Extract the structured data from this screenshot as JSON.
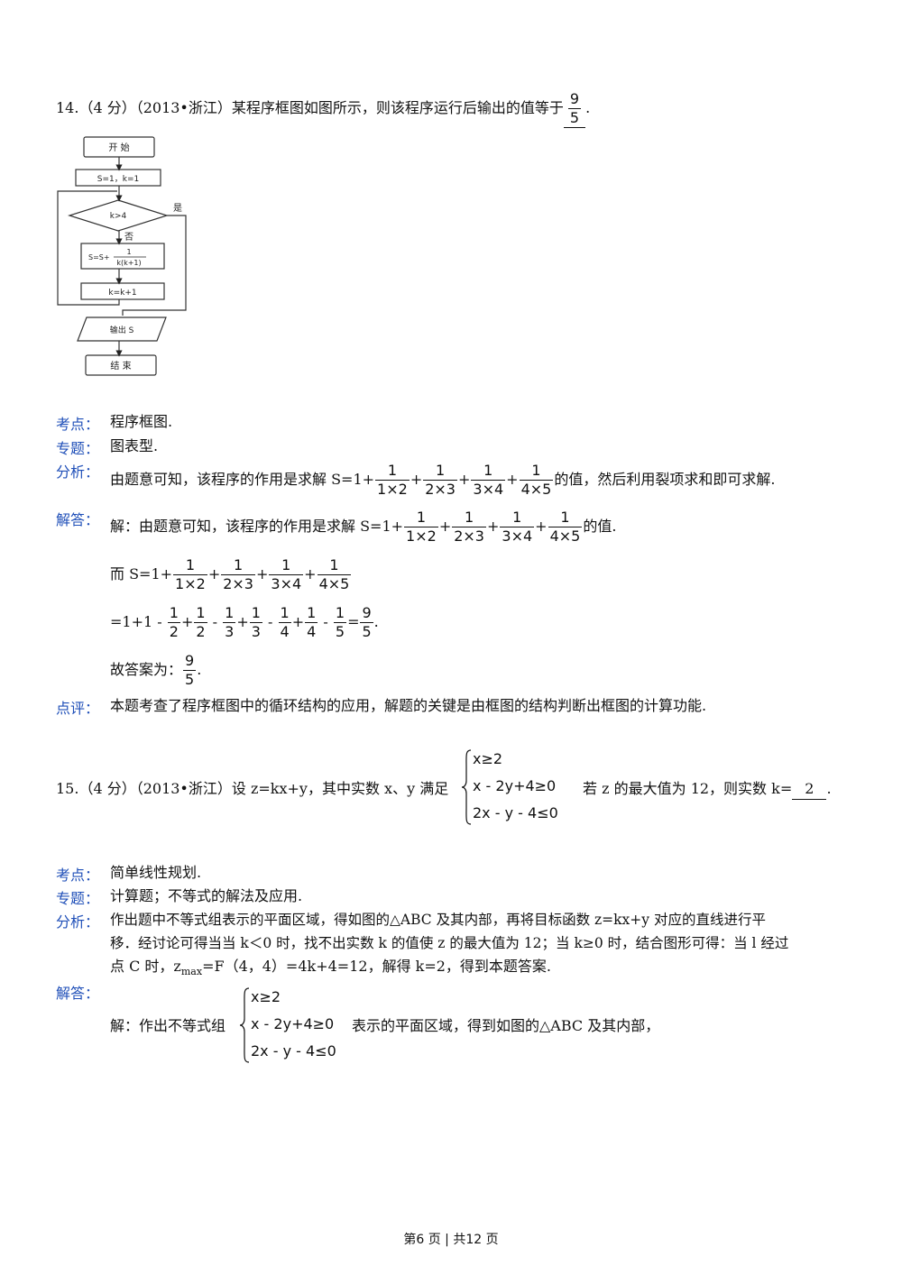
{
  "q14": {
    "header": "14.（4 分）（2013•浙江）某程序框图如图所示，则该程序运行后输出的值等于",
    "answer": {
      "num": "9",
      "den": "5"
    },
    "end": ".",
    "flowchart": {
      "start": "开 始",
      "init": "S=1，k=1",
      "cond": "k>4",
      "yes": "是",
      "no": "否",
      "assign_prefix": "S=S+",
      "assign_num": "1",
      "assign_den": "k(k+1)",
      "incr": "k=k+1",
      "output": "输出 S",
      "end": "结 束"
    },
    "kaodian_label": "考点：",
    "kaodian": "程序框图.",
    "zhuanti_label": "专题：",
    "zhuanti": "图表型.",
    "fenxi_label": "分析：",
    "fenxi_pre": "由题意可知，该程序的作用是求解 S=1+",
    "fenxi_post": "的值，然后利用裂项求和即可求解.",
    "jieda_label": "解答：",
    "jieda_pre": "解：由题意可知，该程序的作用是求解 S=1+",
    "jieda_post": "的值.",
    "er_pre": "而 S=1+",
    "line3_pre": "=1+1 -",
    "gu": "故答案为：",
    "dianping_label": "点评：",
    "dianping": "本题考查了程序框图中的循环结构的应用，解题的关键是由框图的结构判断出框图的计算功能.",
    "fracs": {
      "f1": {
        "num": "1",
        "den": "1×2"
      },
      "f2": {
        "num": "1",
        "den": "2×3"
      },
      "f3": {
        "num": "1",
        "den": "3×4"
      },
      "f4": {
        "num": "1",
        "den": "4×5"
      }
    },
    "plus": "+",
    "minus": "-",
    "equals": "=",
    "period": "."
  },
  "q15": {
    "header_pre": "15.（4 分）（2013•浙江）设 z=kx+y，其中实数 x、y 满足",
    "sys": [
      "x≥2",
      "x - 2y+4≥0",
      "2x - y - 4≤0"
    ],
    "header_post": "若 z 的最大值为 12，则实数 k=",
    "answer": "2",
    "end": ".",
    "kaodian_label": "考点：",
    "kaodian": "简单线性规划.",
    "zhuanti_label": "专题：",
    "zhuanti": "计算题；不等式的解法及应用.",
    "fenxi_label": "分析：",
    "fenxi1": "作出题中不等式组表示的平面区域，得如图的△ABC 及其内部，再将目标函数 z=kx+y 对应的直线进行平",
    "fenxi2": "移．经讨论可得当当 k＜0 时，找不出实数 k 的值使 z 的最大值为 12；当 k≥0 时，结合图形可得：当 l 经过",
    "fenxi3_pre": "点 C 时，z",
    "fenxi3_sub": "max",
    "fenxi3_post": "=F（4，4）=4k+4=12，解得 k=2，得到本题答案.",
    "jieda_label": "解答：",
    "jieda_pre": "解：作出不等式组",
    "jieda_post": "表示的平面区域，得到如图的△ABC 及其内部，"
  },
  "footer": "第6 页  |  共12 页"
}
